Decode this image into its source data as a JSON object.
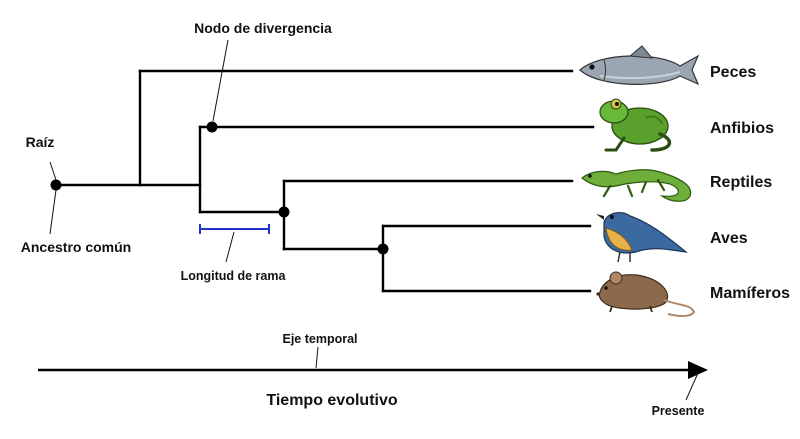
{
  "labels": {
    "root": "Raíz",
    "common_ancestor": "Ancestro común",
    "divergence_node": "Nodo de divergencia",
    "branch_length": "Longitud de rama",
    "time_axis": "Eje temporal",
    "evolutionary_time": "Tiempo evolutivo",
    "present": "Presente"
  },
  "taxa": [
    {
      "name": "Peces",
      "icon": "fish-icon"
    },
    {
      "name": "Anfibios",
      "icon": "frog-icon"
    },
    {
      "name": "Reptiles",
      "icon": "lizard-icon"
    },
    {
      "name": "Aves",
      "icon": "bird-icon"
    },
    {
      "name": "Mamíferos",
      "icon": "mouse-icon"
    }
  ],
  "colors": {
    "branch": "#000000",
    "scale_bar": "#2233cc",
    "fish": "#9aa6b2",
    "frog": "#5aa02c",
    "lizard": "#6fae3a",
    "bird_back": "#3b6aa0",
    "bird_breast": "#e8b24a",
    "mouse": "#8a6a4a"
  }
}
